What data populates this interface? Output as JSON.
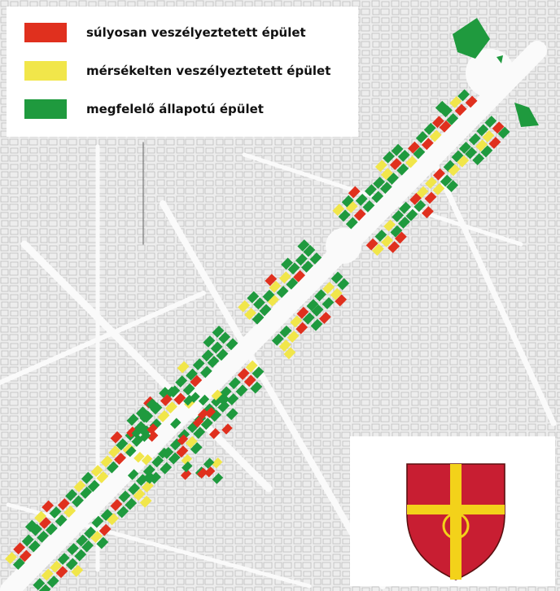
{
  "legend": {
    "items": [
      {
        "label": "súlyosan veszélyeztetett épület",
        "color": "#e0301e"
      },
      {
        "label": "mérsékelten veszélyeztetett épület",
        "color": "#f1e64a"
      },
      {
        "label": "megfelelő állapotú épület",
        "color": "#1f9a3e"
      }
    ]
  },
  "colors": {
    "background": "#ececec",
    "block_outline": "#b9b9b9",
    "street": "#fafafa",
    "crest_red": "#c81e32",
    "crest_cross": "#f3d21a",
    "crest_outline": "#5a1010"
  },
  "crest": {
    "icon": "coat-of-arms-icon"
  }
}
